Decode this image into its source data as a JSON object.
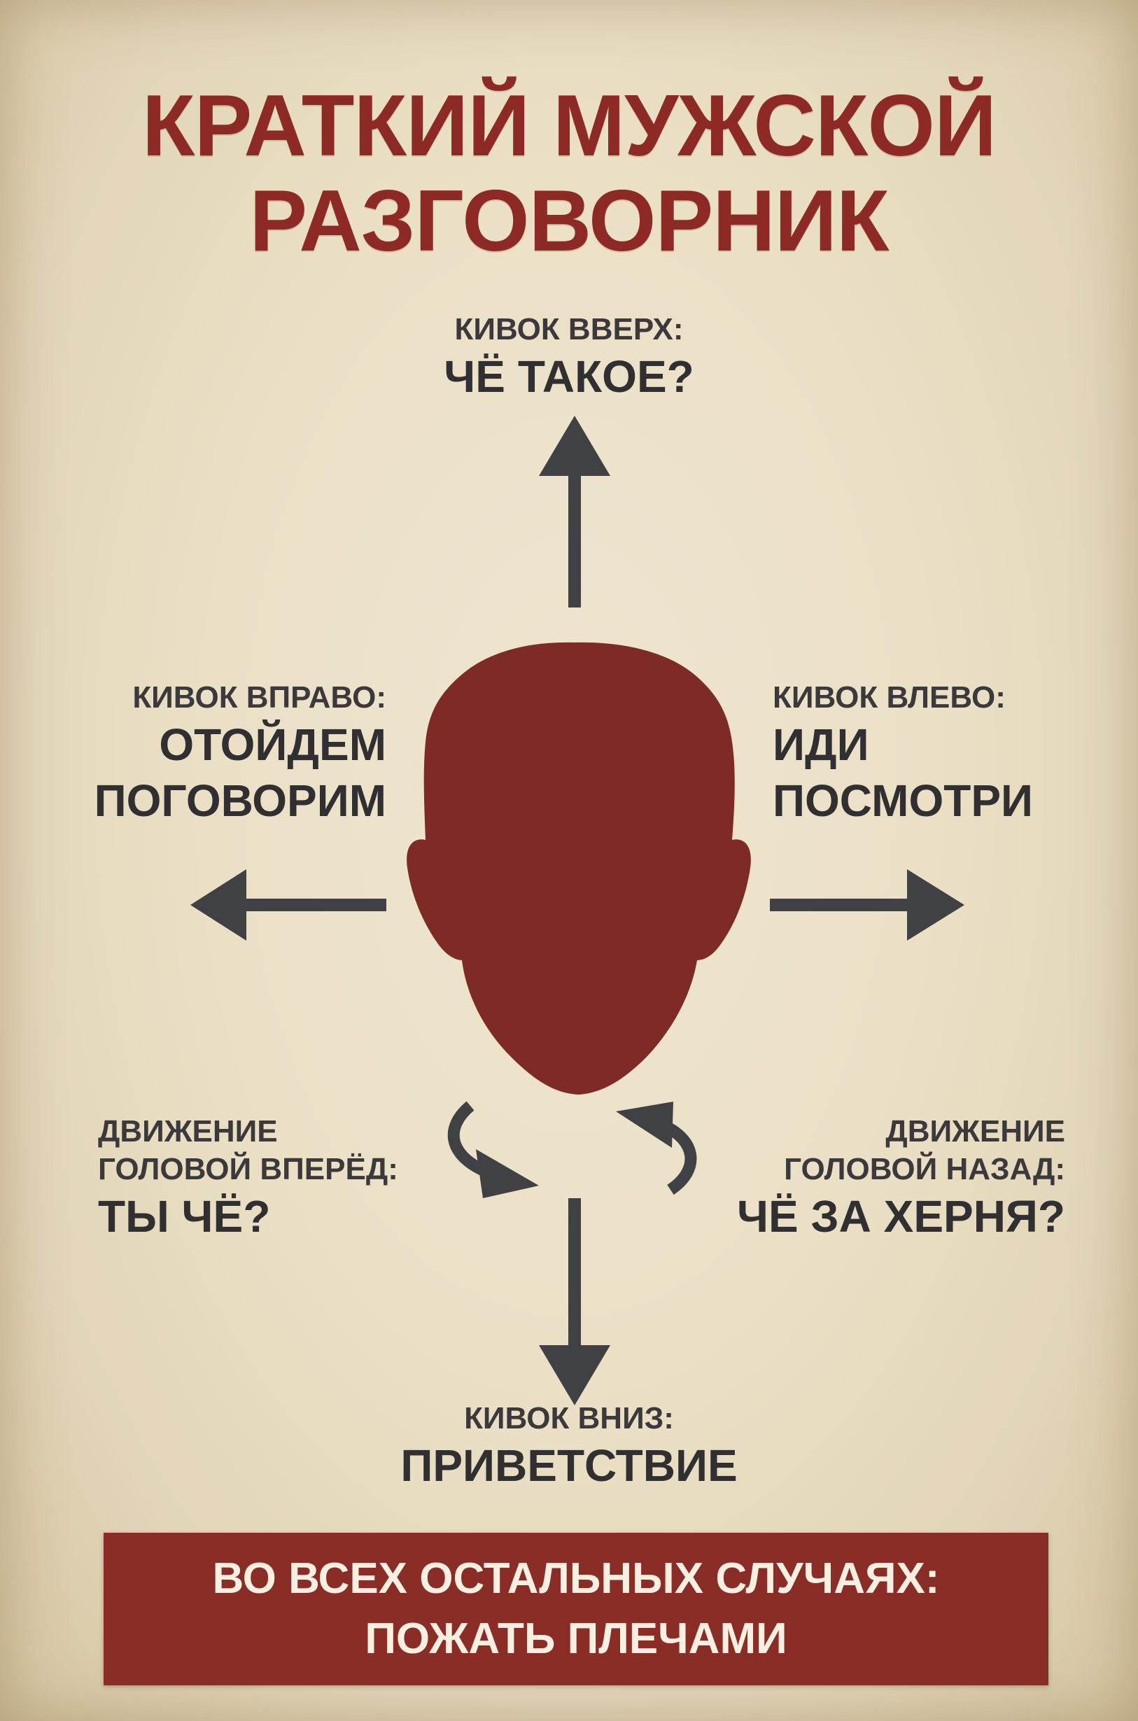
{
  "title": {
    "line1": "КРАТКИЙ МУЖСКОЙ",
    "line2": "РАЗГОВОРНИК"
  },
  "nod_up": {
    "label": "КИВОК ВВЕРХ:",
    "meaning": "ЧЁ ТАКОЕ?"
  },
  "nod_right": {
    "label": "КИВОК ВПРАВО:",
    "meaning_line1": "ОТОЙДЕМ",
    "meaning_line2": "ПОГОВОРИМ"
  },
  "nod_left": {
    "label": "КИВОК ВЛЕВО:",
    "meaning_line1": "ИДИ",
    "meaning_line2": "ПОСМОТРИ"
  },
  "head_forward": {
    "label_line1": "ДВИЖЕНИЕ",
    "label_line2": "ГОЛОВОЙ ВПЕРЁД:",
    "meaning": "ТЫ ЧЁ?"
  },
  "head_back": {
    "label_line1": "ДВИЖЕНИЕ",
    "label_line2": "ГОЛОВОЙ НАЗАД:",
    "meaning": "ЧЁ ЗА ХЕРНЯ?"
  },
  "nod_down": {
    "label": "КИВОК ВНИЗ:",
    "meaning": "ПРИВЕТСТВИЕ"
  },
  "footer": {
    "line1": "ВО ВСЕХ ОСТАЛЬНЫХ СЛУЧАЯХ:",
    "line2": "ПОЖАТЬ ПЛЕЧАМИ"
  },
  "colors": {
    "accent_red": "#8b2d27",
    "head_red": "#7d2b24",
    "arrow_gray": "#3f4145",
    "paper": "#ebe0c6"
  }
}
